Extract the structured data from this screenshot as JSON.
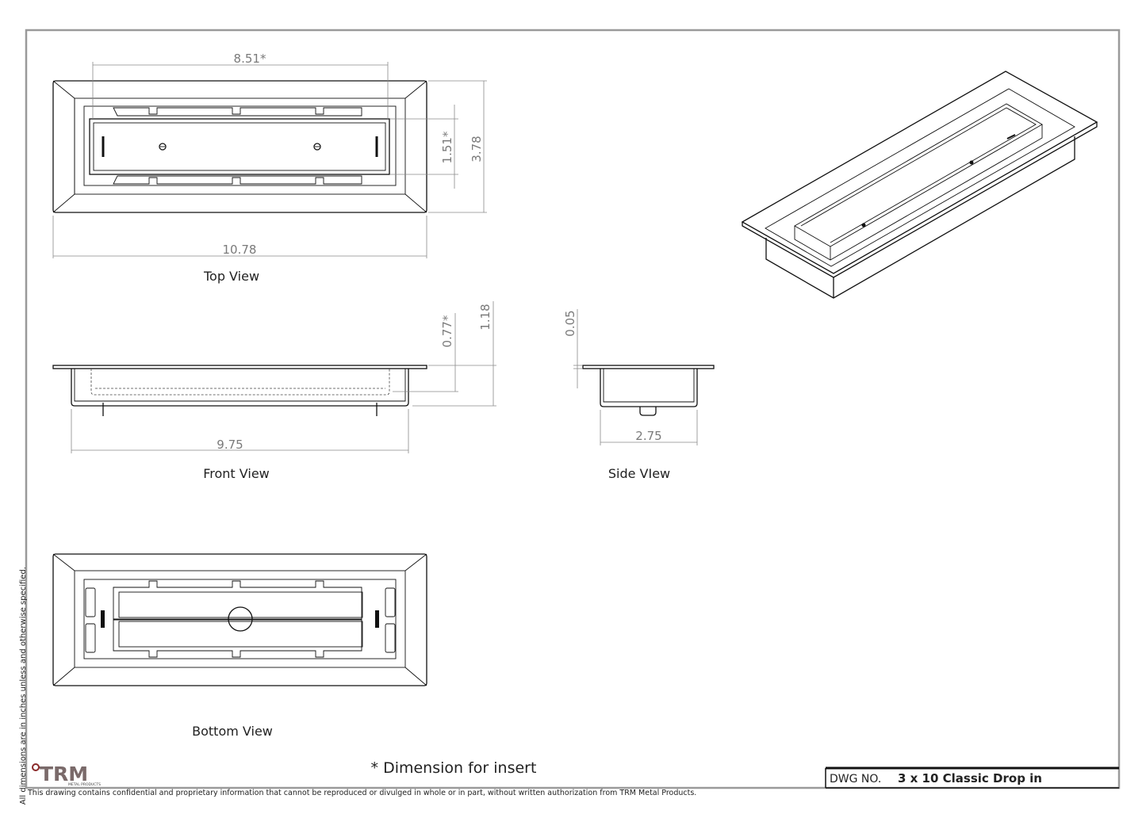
{
  "views": {
    "top": "Top View",
    "front": "Front View",
    "side": "Side VIew",
    "bottom": "Bottom View"
  },
  "dimensions": {
    "insert_length": "8.51*",
    "insert_width": "1.51*",
    "overall_width": "3.78",
    "overall_length": "10.78",
    "insert_depth": "0.77*",
    "overall_depth": "1.18",
    "flange_thickness": "0.05",
    "body_length": "9.75",
    "body_width": "2.75"
  },
  "note": "* Dimension for insert",
  "side_note": "All dimensions are in inches unless and otherwise specified.",
  "footer": "This drawing contains confidential and proprietary information that cannot be reproduced or divulged in whole or in part, without written authorization from TRM Metal Products.",
  "title_block": {
    "dwg_label": "DWG NO.",
    "dwg_value": "3 x 10 Classic Drop in"
  },
  "logo": {
    "text": "TRM",
    "subtext": "METAL PRODUCTS"
  }
}
